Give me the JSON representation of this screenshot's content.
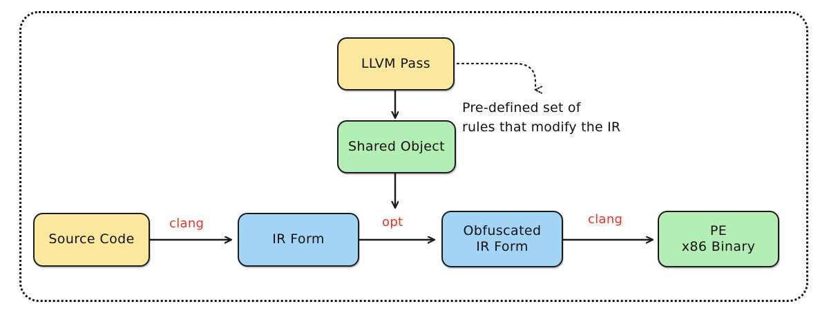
{
  "diagram": {
    "title_present": false,
    "colors": {
      "yellow": "#fbe79d",
      "green": "#b3eeb5",
      "blue": "#a3d3f5",
      "stroke": "#1a1a1a",
      "edge_label_red": "#ee3124",
      "frame_dotted": "#111111",
      "background": "#ffffff"
    },
    "nodes": [
      {
        "id": "llvm-pass",
        "label": "LLVM Pass",
        "color": "yellow"
      },
      {
        "id": "shared-object",
        "label": "Shared Object",
        "color": "green"
      },
      {
        "id": "source-code",
        "label": "Source Code",
        "color": "yellow"
      },
      {
        "id": "ir-form",
        "label": "IR Form",
        "color": "blue"
      },
      {
        "id": "obfuscated-ir",
        "label": "Obfuscated\nIR Form",
        "color": "blue"
      },
      {
        "id": "pe-binary",
        "label": "PE\nx86 Binary",
        "color": "green"
      }
    ],
    "edges": [
      {
        "id": "source-to-ir",
        "from": "source-code",
        "to": "ir-form",
        "label": "clang",
        "style": "solid"
      },
      {
        "id": "ir-to-obfuscated",
        "from": "ir-form",
        "to": "obfuscated-ir",
        "label": "opt",
        "style": "solid"
      },
      {
        "id": "obfuscated-to-pe",
        "from": "obfuscated-ir",
        "to": "pe-binary",
        "label": "clang",
        "style": "solid"
      },
      {
        "id": "pass-to-shared",
        "from": "llvm-pass",
        "to": "shared-object",
        "label": "",
        "style": "solid"
      },
      {
        "id": "shared-to-opt",
        "from": "shared-object",
        "to": "ir-to-obfuscated",
        "label": "",
        "style": "solid"
      },
      {
        "id": "pass-to-annotation",
        "from": "llvm-pass",
        "to": "annotation",
        "label": "",
        "style": "dotted"
      }
    ],
    "annotation": {
      "id": "predefined-rules-note",
      "text": "Pre-defined  set of\nrules that modify the IR"
    }
  }
}
